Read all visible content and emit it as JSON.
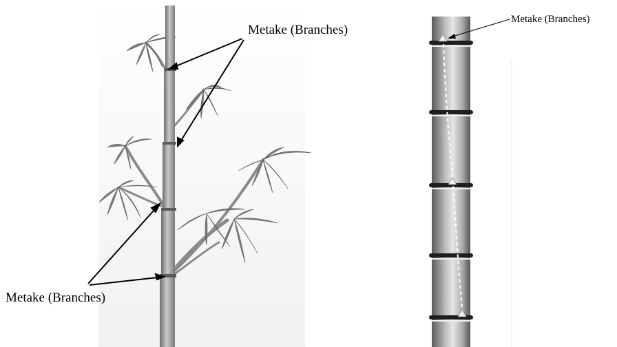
{
  "labels": {
    "left_top": "Metake (Branches)",
    "left_bottom": "Metake (Branches)",
    "right_top": "Metake (Branches)"
  },
  "colors": {
    "background": "#ffffff",
    "culm_dark": "#5e5e5e",
    "culm_light": "#d2d2d2",
    "leaf": "#7d7d7d",
    "node_ring": "#1e1e1e",
    "pointer_line": "#000000",
    "path_dashed": "#ffffff"
  }
}
